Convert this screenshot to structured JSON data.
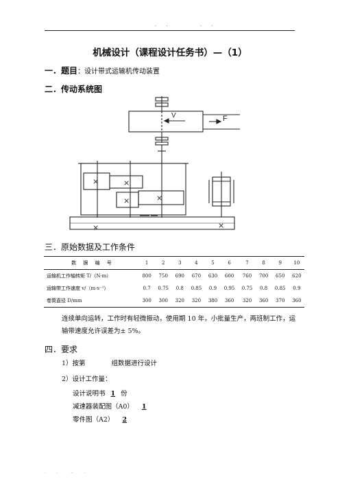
{
  "title": "机械设计（课程设计任务书）—（1）",
  "sec1": {
    "num": "一．",
    "label": "题目",
    "colon": "：",
    "text": "设计带式运输机传动装置"
  },
  "sec2": {
    "heading": "二．传动系统图"
  },
  "diagram": {
    "v_label": "V",
    "f_label": "F"
  },
  "sec3": {
    "heading": "三．原始数据及工作条件"
  },
  "table": {
    "header": "数 据 编 号",
    "cols": [
      "1",
      "2",
      "3",
      "4",
      "5",
      "6",
      "7",
      "8",
      "9",
      "10"
    ],
    "rows": [
      {
        "label": "运输机工作轴转矩 T/（N·m）",
        "values": [
          "800",
          "750",
          "690",
          "670",
          "630",
          "600",
          "760",
          "700",
          "650",
          "620"
        ]
      },
      {
        "label": "运输带工作速度 v/（m·s⁻¹）",
        "values": [
          "0.7",
          "0.75",
          "0.8",
          "0.85",
          "0.9",
          "0.95",
          "0.75",
          "0.8",
          "0.85",
          "0.9"
        ]
      },
      {
        "label": "卷筒直径 D/mm",
        "values": [
          "300",
          "300",
          "320",
          "320",
          "380",
          "360",
          "320",
          "360",
          "370",
          "360"
        ]
      }
    ]
  },
  "conditions": "连续单向运转，工作时有轻微振动，使用期 10 年，小批量生产，两班制工作，运输带速度允许误差为± 5%。",
  "sec4": {
    "heading": "四．要求"
  },
  "req": {
    "item1_prefix": "1）按第",
    "item1_suffix": "组数据进行设计",
    "item2": "2）设计工作量：",
    "line1_prefix": "设计说明书",
    "line1_value": "1",
    "line1_suffix": "份",
    "line2_prefix": "减速器装配图（A0）",
    "line2_value": "1",
    "line3_prefix": "零件图（A2）",
    "line3_value": "2"
  }
}
